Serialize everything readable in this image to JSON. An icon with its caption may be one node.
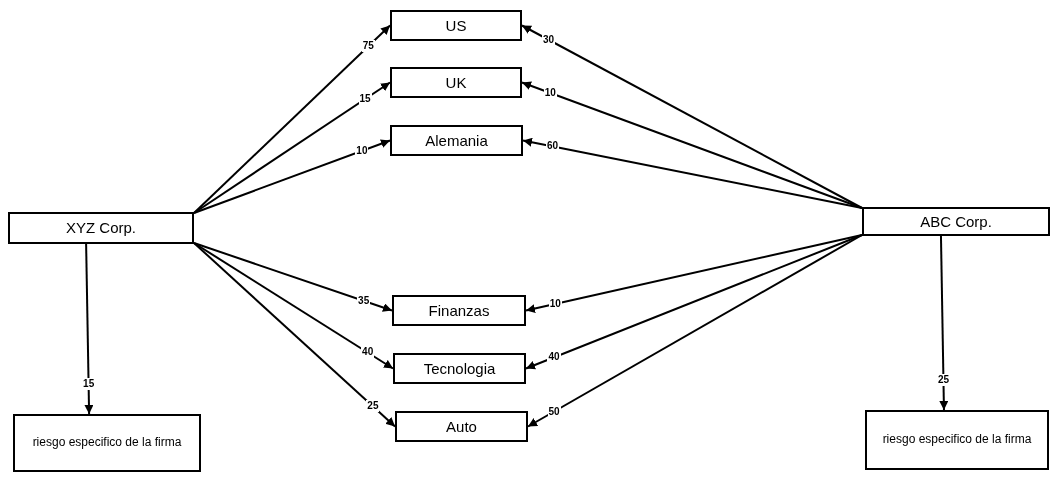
{
  "diagram": {
    "nodes": [
      {
        "text": [
          "XYZ Corp."
        ]
      },
      {
        "text": [
          "riesgo especifico de la firma"
        ]
      },
      {
        "text": [
          "US"
        ]
      },
      {
        "text": [
          "UK"
        ]
      },
      {
        "text": [
          "Alemania"
        ]
      },
      {
        "text": [
          "Finanzas"
        ]
      },
      {
        "text": [
          "Tecnologia"
        ]
      },
      {
        "text": [
          "Auto"
        ]
      },
      {
        "text": [
          "ABC Corp."
        ]
      },
      {
        "text": [
          "riesgo especifico de la firma"
        ]
      }
    ],
    "edges": [
      {
        "from": 0,
        "to": 2,
        "arrow": "to",
        "label": "75"
      },
      {
        "from": 0,
        "to": 3,
        "arrow": "to",
        "label": "15"
      },
      {
        "from": 0,
        "to": 4,
        "arrow": "to",
        "label": "10"
      },
      {
        "from": 0,
        "to": 5,
        "arrow": "to",
        "label": "35"
      },
      {
        "from": 0,
        "to": 6,
        "arrow": "to",
        "label": "40"
      },
      {
        "from": 0,
        "to": 7,
        "arrow": "to",
        "label": "25"
      },
      {
        "from": 0,
        "to": 1,
        "arrow": "to",
        "label": "15"
      },
      {
        "from": 8,
        "to": 2,
        "arrow": "to",
        "label": "30"
      },
      {
        "from": 8,
        "to": 3,
        "arrow": "to",
        "label": "10"
      },
      {
        "from": 8,
        "to": 4,
        "arrow": "to",
        "label": "60"
      },
      {
        "from": 8,
        "to": 5,
        "arrow": "to",
        "label": "10"
      },
      {
        "from": 8,
        "to": 6,
        "arrow": "to",
        "label": "40"
      },
      {
        "from": 8,
        "to": 7,
        "arrow": "to",
        "label": "50"
      },
      {
        "from": 8,
        "to": 9,
        "arrow": "to",
        "label": "25"
      }
    ]
  }
}
